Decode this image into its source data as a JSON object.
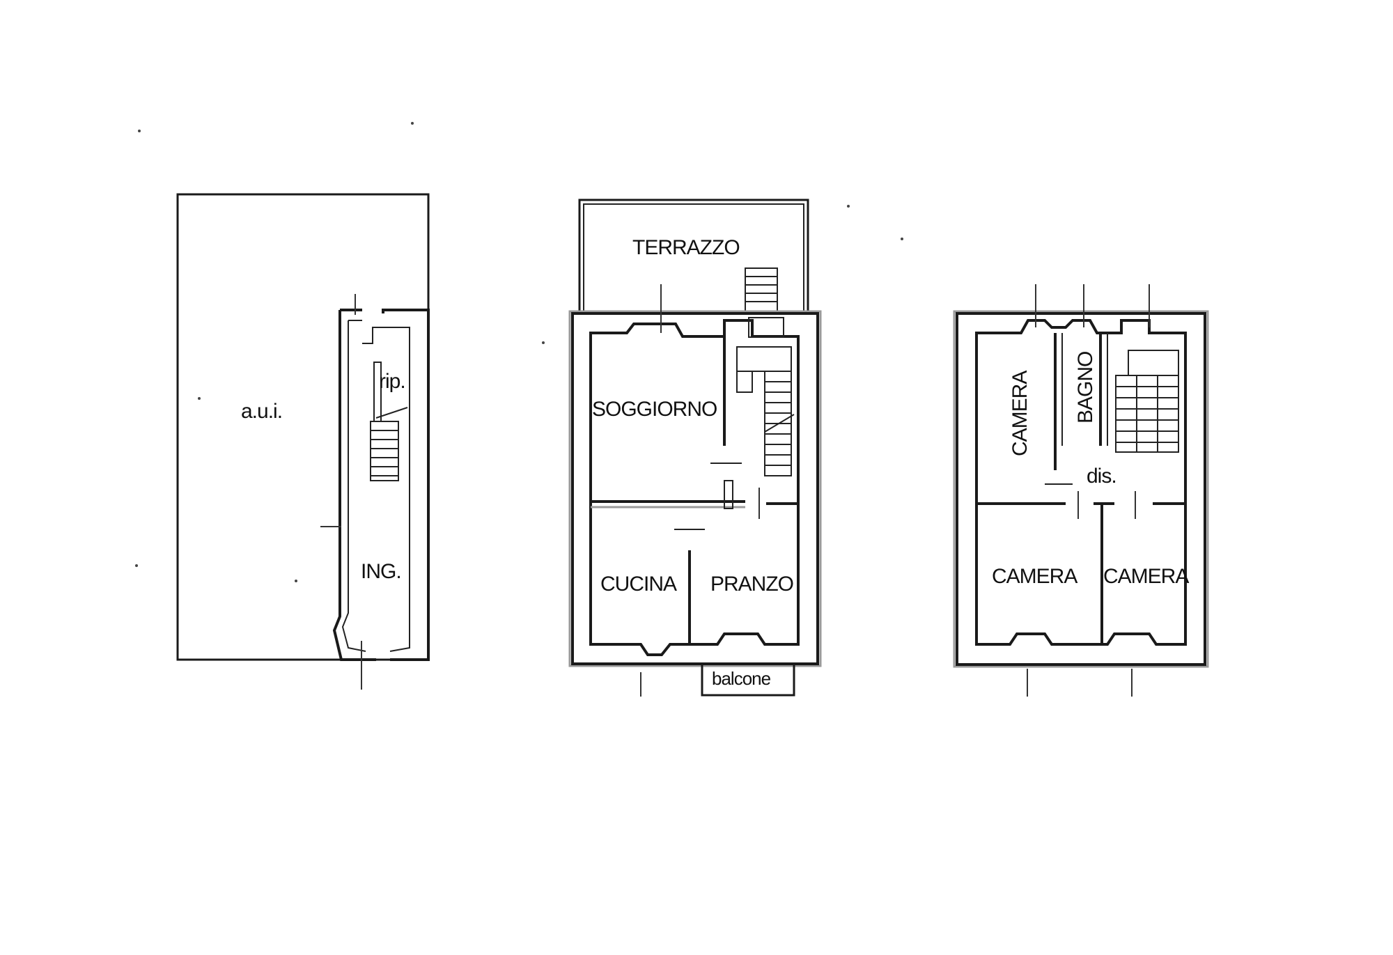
{
  "plans": {
    "ground": {
      "aui": "a.u.i.",
      "rip": "rip.",
      "ing": "ING."
    },
    "first": {
      "terrazzo": "TERRAZZO",
      "soggiorno": "SOGGIORNO",
      "cucina": "CUCINA",
      "pranzo": "PRANZO",
      "balcone": "balcone"
    },
    "second": {
      "camera_left": "CAMERA",
      "bagno": "BAGNO",
      "dis": "dis.",
      "camera_bottom_left": "CAMERA",
      "camera_bottom_right": "CAMERA"
    }
  },
  "colors": {
    "ink": "#1a1a1a",
    "background": "#ffffff"
  }
}
